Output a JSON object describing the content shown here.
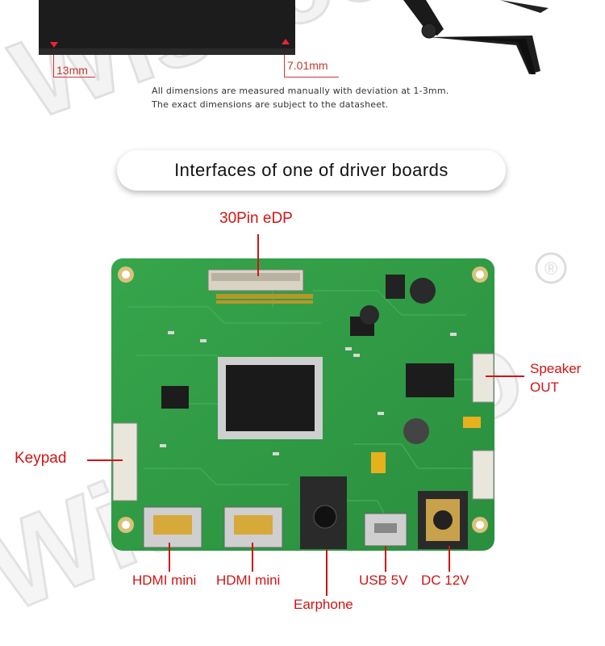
{
  "top_section": {
    "left_dimension": "13mm",
    "right_dimension": "7.01mm",
    "note_line1": "All dimensions are measured manually with deviation at 1-3mm.",
    "note_line2": "The exact dimensions are subject to the datasheet."
  },
  "section_title": "Interfaces of one of driver boards",
  "callouts": {
    "edp": "30Pin eDP",
    "speaker_line1": "Speaker",
    "speaker_line2": "OUT",
    "keypad": "Keypad",
    "hdmi1": "HDMI mini",
    "hdmi2": "HDMI mini",
    "earphone": "Earphone",
    "usb": "USB 5V",
    "dc": "DC 12V"
  },
  "watermark": {
    "text": "Wisecoco",
    "registered": "®"
  },
  "colors": {
    "callout_red": "#d21414",
    "pcb_green": "#2f9a44",
    "pcb_dark": "#1f7a32"
  }
}
